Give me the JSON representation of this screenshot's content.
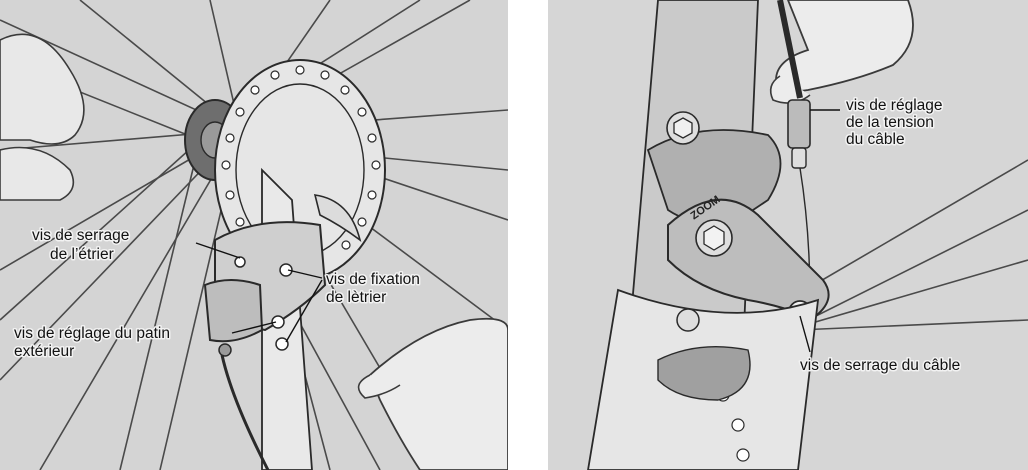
{
  "left": {
    "labels": {
      "caliper_clamp": [
        "vis de serrage",
        "de l’étrier"
      ],
      "caliper_mount": [
        "vis de fixation",
        "de lètrier"
      ],
      "outer_pad": [
        "vis de réglage du patin",
        "extérieur"
      ]
    }
  },
  "right": {
    "labels": {
      "cable_tension": [
        "vis de réglage",
        "de la tension",
        "du câble"
      ],
      "cable_clamp": [
        "vis de serrage du câble"
      ]
    },
    "caliper_brand": "ZOOM"
  }
}
